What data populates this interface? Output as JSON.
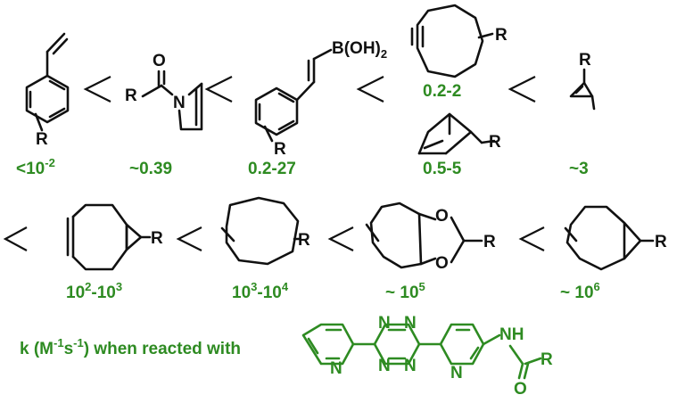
{
  "colors": {
    "rate": "#2e8b22",
    "structure": "#111111",
    "tetrazine": "#2e8b22"
  },
  "row1": {
    "compounds": [
      {
        "id": "styrene",
        "rate_main": "<10",
        "rate_sup": "-2",
        "rate_tail": "",
        "substituent": "R"
      },
      {
        "id": "azetine",
        "rate_main": "~0.39",
        "rate_sup": "",
        "rate_tail": "",
        "substituent": "R",
        "atom_o": "O",
        "atom_n": "N"
      },
      {
        "id": "vinylboronic",
        "rate_main": "0.2-27",
        "rate_sup": "",
        "rate_tail": "",
        "substituent": "R",
        "boron_main": "B(OH)",
        "boron_sub": "2"
      },
      {
        "id": "cyclooctyne",
        "rate_main": "0.2-2",
        "rate_sup": "",
        "rate_tail": "",
        "substituent": "R"
      },
      {
        "id": "norbornene",
        "rate_main": "0.5-5",
        "rate_sup": "",
        "rate_tail": "",
        "substituent": "R"
      },
      {
        "id": "cyclopropene",
        "rate_main": "~3",
        "rate_sup": "",
        "rate_tail": "",
        "substituent": "R"
      }
    ]
  },
  "row2": {
    "compounds": [
      {
        "id": "bcn",
        "rate_a": "10",
        "rate_a_sup": "2",
        "rate_sep": "-10",
        "rate_b_sup": "3",
        "substituent": "R"
      },
      {
        "id": "tco",
        "rate_a": "10",
        "rate_a_sup": "3",
        "rate_sep": "-10",
        "rate_b_sup": "4",
        "substituent": "R"
      },
      {
        "id": "dioxolane-tco",
        "rate_a": "~ 10",
        "rate_a_sup": "5",
        "rate_sep": "",
        "rate_b_sup": "",
        "substituent": "R",
        "atom_o1": "O",
        "atom_o2": "O"
      },
      {
        "id": "cp-tco",
        "rate_a": "~ 10",
        "rate_a_sup": "6",
        "rate_sep": "",
        "rate_b_sup": "",
        "substituent": "R"
      }
    ]
  },
  "caption": {
    "k": "k (M",
    "sup1": "-1",
    "s": "s",
    "sup2": "-1",
    "tail": ") when reacted with"
  },
  "tetrazine": {
    "n_label": "N",
    "nh_label": "NH",
    "o_label": "O",
    "r_label": "R"
  }
}
